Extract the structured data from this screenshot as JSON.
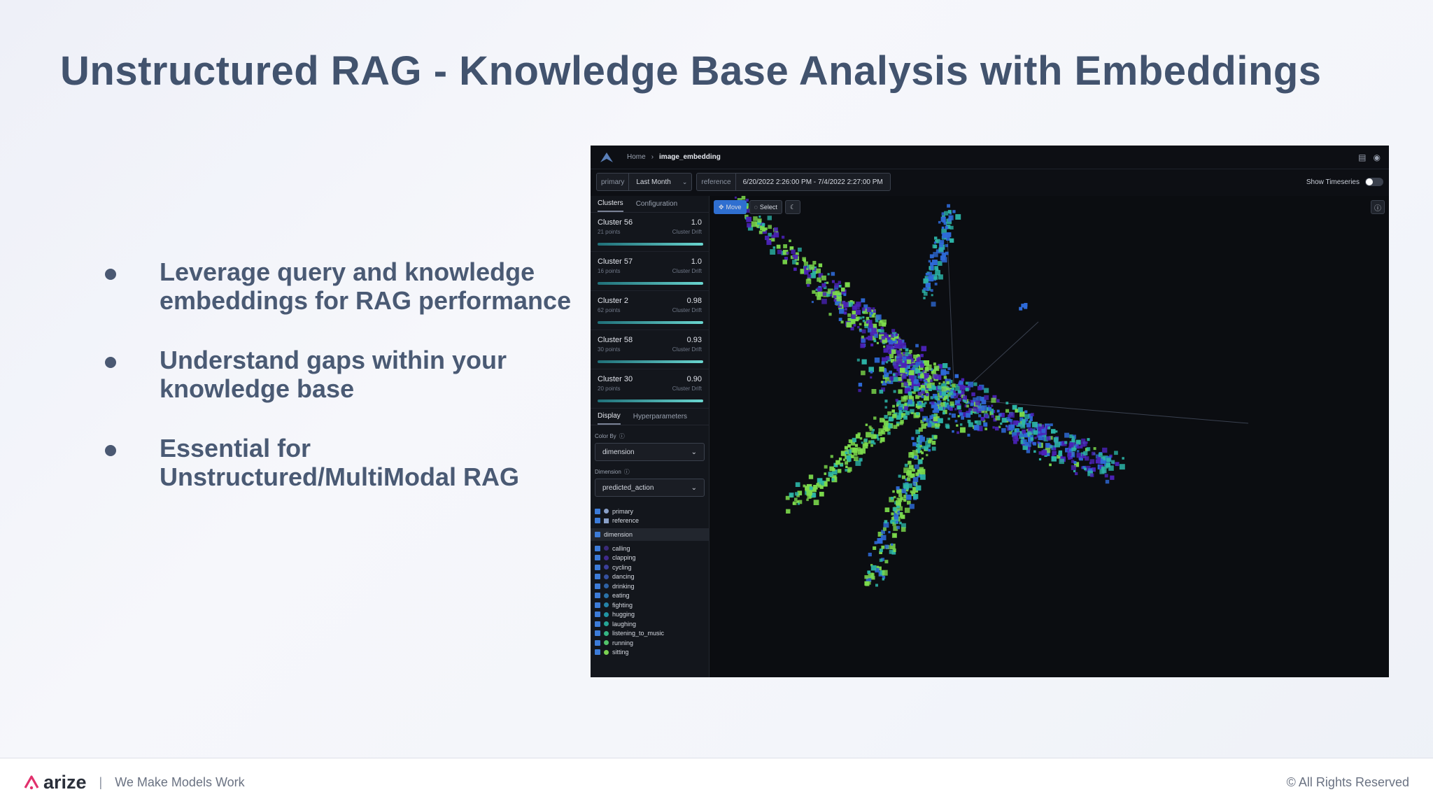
{
  "slide": {
    "title": "Unstructured RAG - Knowledge Base Analysis with Embeddings",
    "bullets": [
      "Leverage query and knowledge embeddings for RAG performance",
      "Understand gaps within your knowledge base",
      "Essential for Unstructured/MultiModal RAG"
    ]
  },
  "app": {
    "breadcrumb": {
      "home": "Home",
      "current": "image_embedding"
    },
    "primary": {
      "tag": "primary",
      "value": "Last Month"
    },
    "reference": {
      "tag": "reference",
      "value": "6/20/2022 2:26:00 PM - 7/4/2022 2:27:00 PM"
    },
    "show_timeseries": "Show Timeseries",
    "tabs_top": [
      "Clusters",
      "Configuration"
    ],
    "clusters": [
      {
        "name": "Cluster 56",
        "score": "1.0",
        "points": "21 points",
        "metric": "Cluster Drift"
      },
      {
        "name": "Cluster 57",
        "score": "1.0",
        "points": "16 points",
        "metric": "Cluster Drift"
      },
      {
        "name": "Cluster 2",
        "score": "0.98",
        "points": "62 points",
        "metric": "Cluster Drift"
      },
      {
        "name": "Cluster 58",
        "score": "0.93",
        "points": "30 points",
        "metric": "Cluster Drift"
      },
      {
        "name": "Cluster 30",
        "score": "0.90",
        "points": "20 points",
        "metric": "Cluster Drift"
      }
    ],
    "tabs_bottom": [
      "Display",
      "Hyperparameters"
    ],
    "color_by": {
      "label": "Color By",
      "value": "dimension"
    },
    "dimension": {
      "label": "Dimension",
      "value": "predicted_action"
    },
    "legend_datasets": [
      "primary",
      "reference"
    ],
    "legend_group": "dimension",
    "legend_items": [
      {
        "label": "calling",
        "color": "#3b2a7a"
      },
      {
        "label": "clapping",
        "color": "#402a8c"
      },
      {
        "label": "cycling",
        "color": "#3b3f9a"
      },
      {
        "label": "dancing",
        "color": "#35509f"
      },
      {
        "label": "drinking",
        "color": "#2e61a3"
      },
      {
        "label": "eating",
        "color": "#2a72a8"
      },
      {
        "label": "fighting",
        "color": "#2583a8"
      },
      {
        "label": "hugging",
        "color": "#2194a3"
      },
      {
        "label": "laughing",
        "color": "#26a596"
      },
      {
        "label": "listening_to_music",
        "color": "#35b583"
      },
      {
        "label": "running",
        "color": "#52c46a"
      },
      {
        "label": "sitting",
        "color": "#7ad151"
      }
    ],
    "toolbar": {
      "move": "Move",
      "select": "Select"
    }
  },
  "footer": {
    "brand": "arize",
    "separator": "|",
    "tagline": "We Make Models Work",
    "copyright": "© All Rights Reserved"
  },
  "colors": {
    "green": "#7ddc4c",
    "teal": "#2cb5a8",
    "blue": "#2e6ad8",
    "purple": "#4b22b8"
  }
}
